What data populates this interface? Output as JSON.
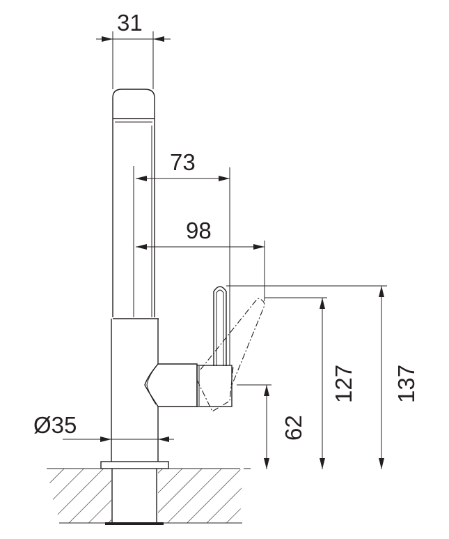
{
  "drawing": {
    "title": "Faucet dimension drawing",
    "dimensions": {
      "spout_width": "31",
      "reach_73": "73",
      "reach_98": "98",
      "base_diameter": "Ø35",
      "height_62": "62",
      "height_127": "127",
      "height_137": "137"
    },
    "colors": {
      "line": "#231f20",
      "background": "#ffffff"
    }
  }
}
